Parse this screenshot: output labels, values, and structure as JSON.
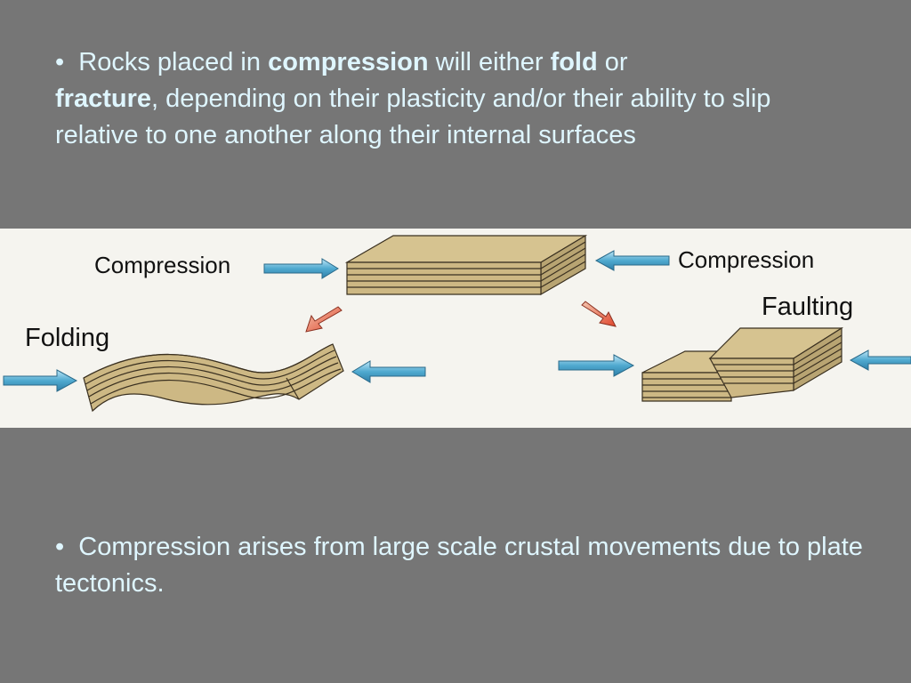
{
  "bullet1": {
    "marker": "•",
    "t1": "Rocks placed in ",
    "b1": "compression",
    "t2": " will either ",
    "b2": "fold",
    "t3": " or",
    "b3": "fracture",
    "t4": ", depending on their plasticity and/or their ability to slip relative to one another along their internal surfaces"
  },
  "figure": {
    "compression_left": "Compression",
    "compression_right": "Compression",
    "folding": "Folding",
    "faulting": "Faulting"
  },
  "bullet2": {
    "marker": "•",
    "text": "Compression arises from large scale crustal movements due to plate tectonics."
  },
  "colors": {
    "background": "#767676",
    "bullet_text": "#dff6ff",
    "rock": "#d2bf8a",
    "arrow_blue": "#4fa9cf",
    "arrow_red": "#e06a50"
  }
}
